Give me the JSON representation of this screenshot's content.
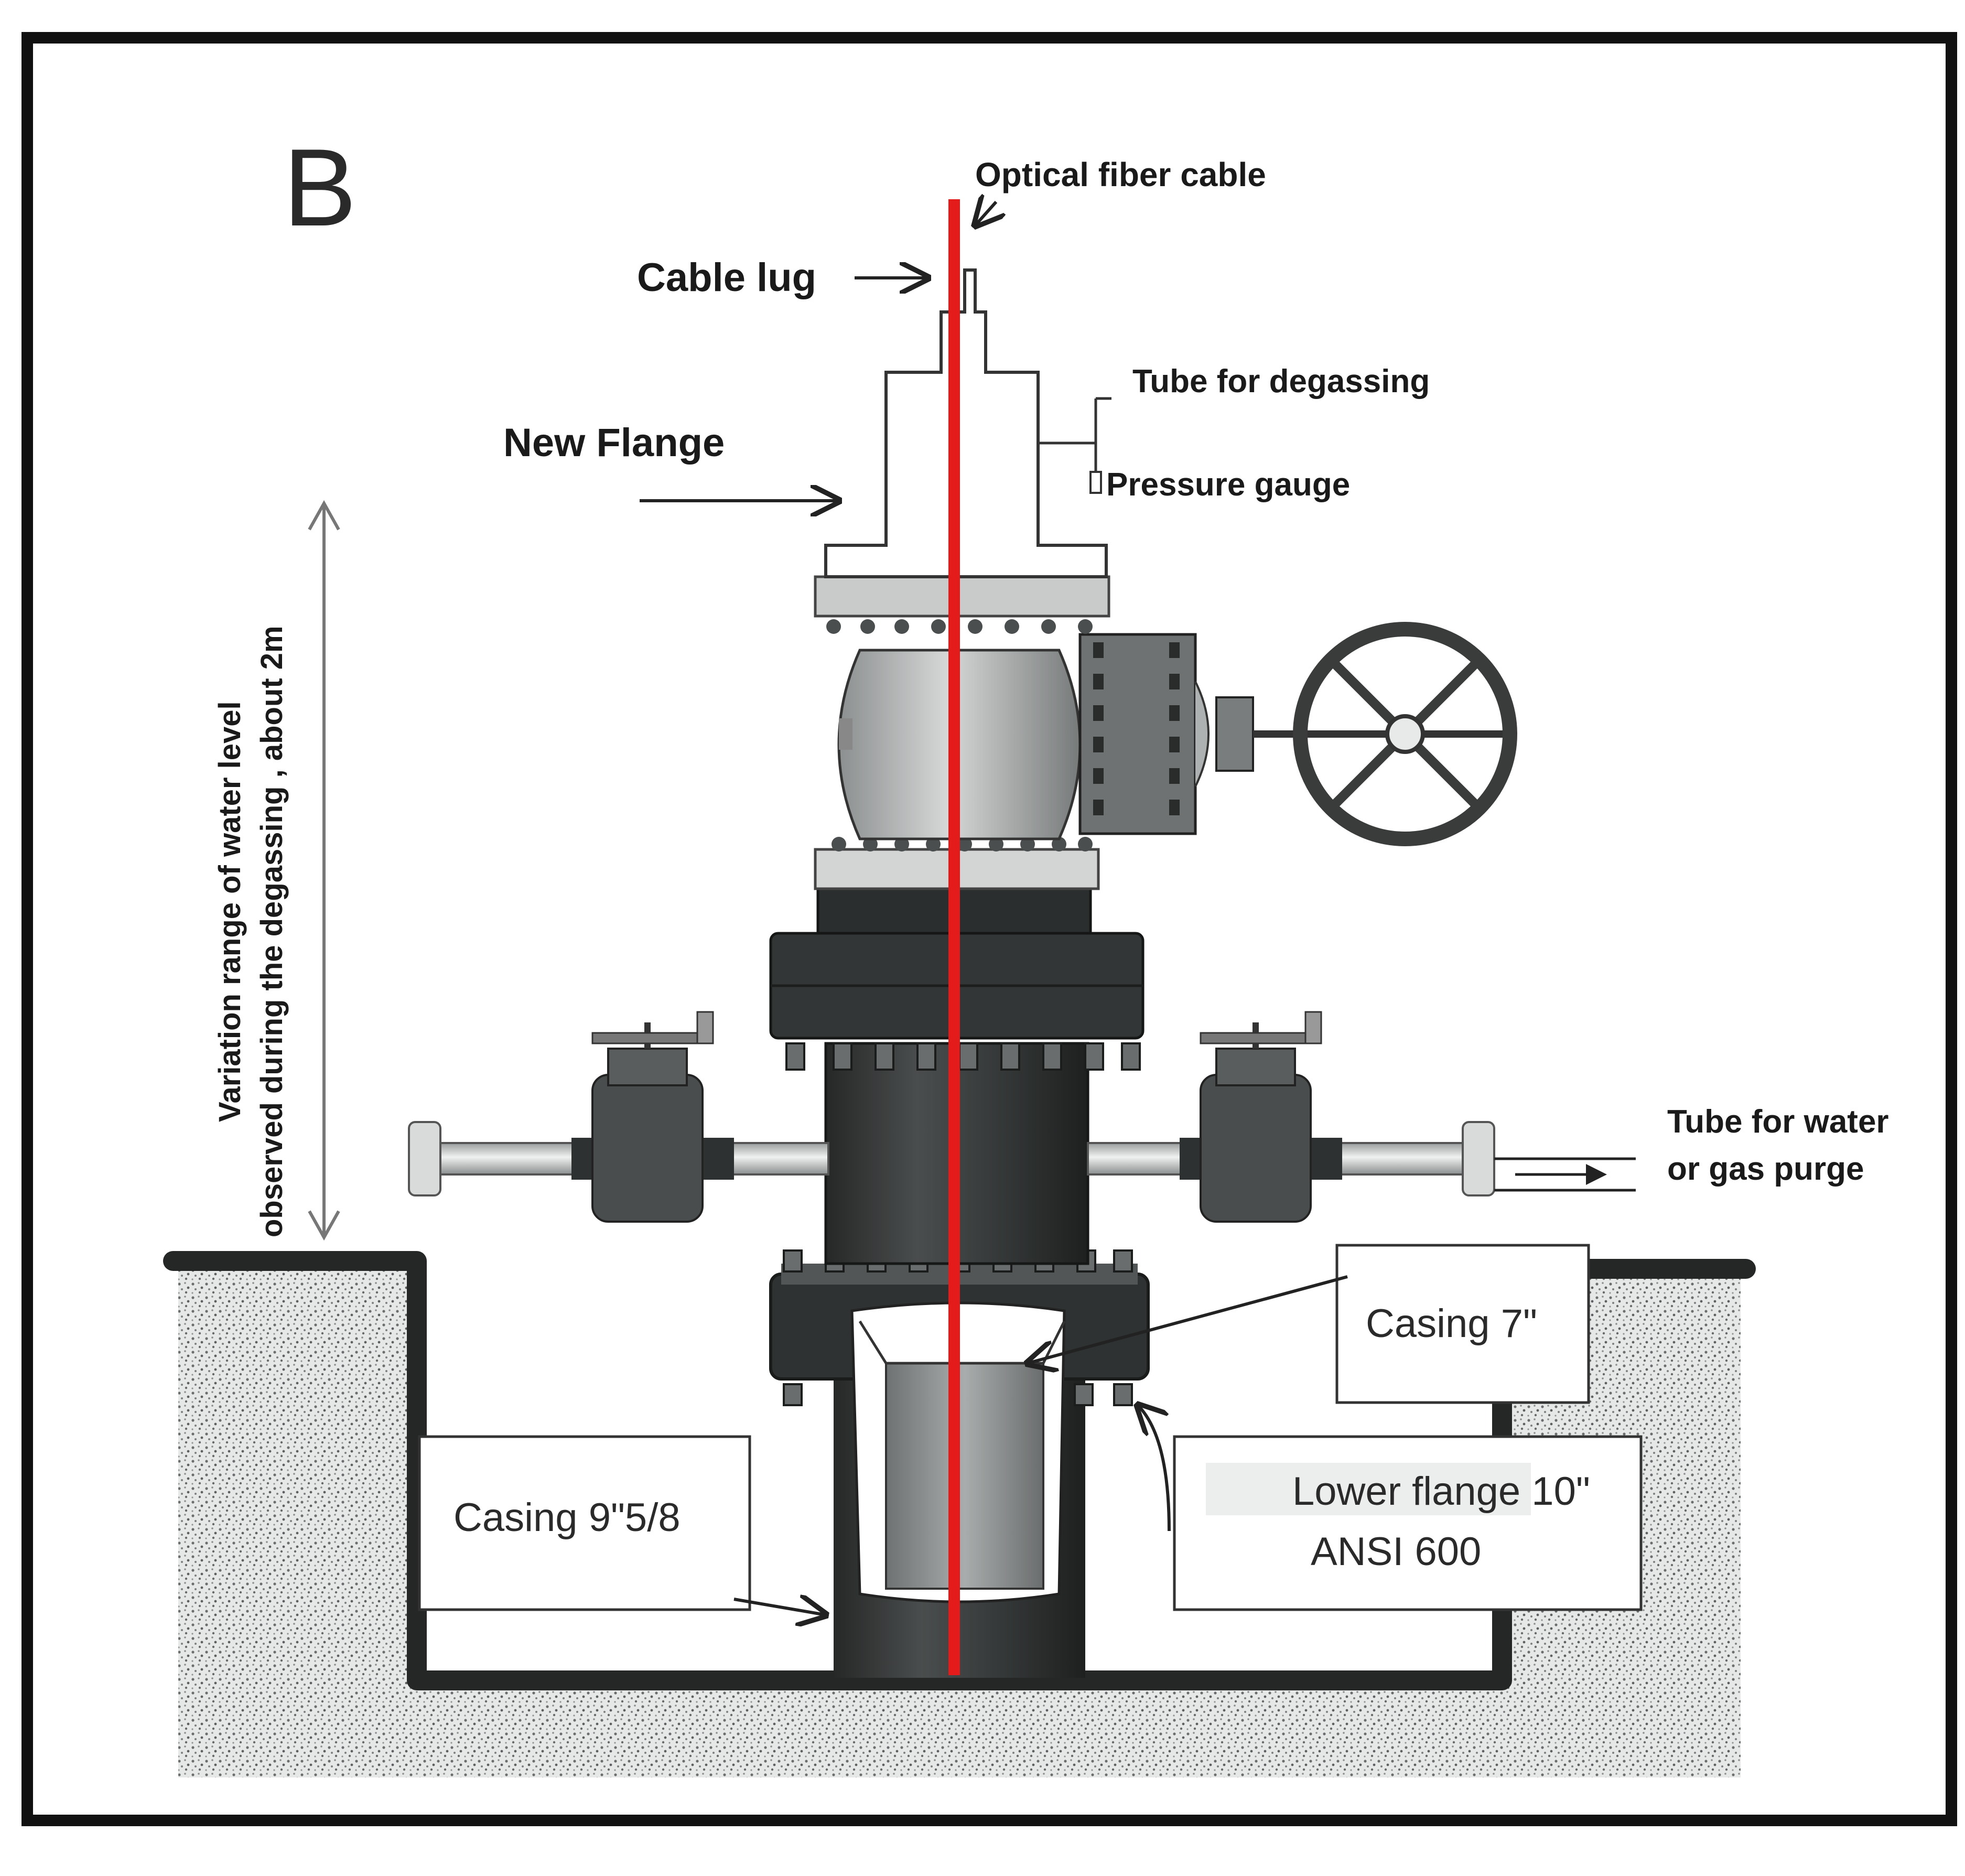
{
  "figure": {
    "panel_letter": "B",
    "labels": {
      "optical_fiber_cable": "Optical fiber cable",
      "cable_lug": "Cable lug",
      "tube_for_degassing": "Tube for degassing",
      "new_flange": "New Flange",
      "pressure_gauge": "Pressure gauge",
      "water_level_line1": "Variation range of water level",
      "water_level_line2": "observed during the degassing , about 2m",
      "tube_purge_line1": "Tube for water",
      "tube_purge_line2": "or gas purge",
      "casing_7": "Casing 7\"",
      "casing_9_5_8": "Casing 9\"5/8",
      "lower_flange_line1": "Lower flange 10\"",
      "lower_flange_line2": "ANSI 600"
    },
    "colors": {
      "fiber": "#e31b1b",
      "frame": "#111111",
      "steel_dark": "#3b3e3e",
      "steel_mid": "#7a7d7d",
      "steel_light": "#cfd2d2",
      "ground": "#d9dcdc"
    }
  }
}
